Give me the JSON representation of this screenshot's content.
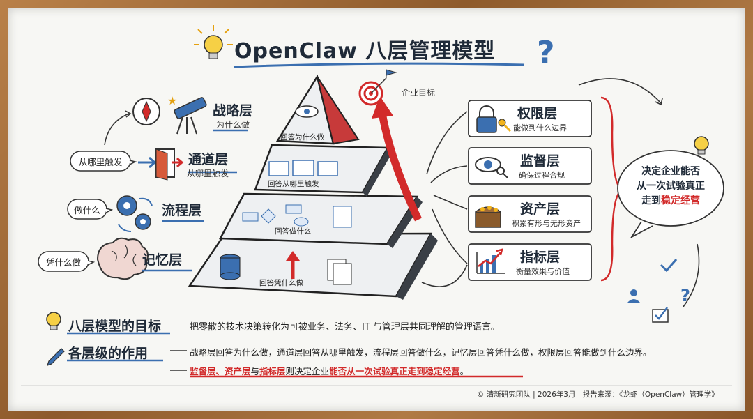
{
  "title": "OpenClaw 八层管理模型",
  "layers_left": [
    {
      "name": "战略层",
      "question": "为什么做"
    },
    {
      "name": "通道层",
      "question": "从哪里触发"
    },
    {
      "name": "流程层",
      "bubble": "做什么"
    },
    {
      "name": "记忆层",
      "bubble": "凭什么做"
    }
  ],
  "bubbles": {
    "trigger": "从哪里触发",
    "what": "做什么",
    "basis": "凭什么做"
  },
  "pyramid": {
    "tiers": [
      "回答为什么做",
      "回答从哪里触发",
      "回答做什么",
      "回答凭什么做"
    ],
    "target_label": "企业目标"
  },
  "layers_right": [
    {
      "name": "权限层",
      "desc": "能做到什么边界",
      "icon": "lock-icon"
    },
    {
      "name": "监督层",
      "desc": "确保过程合规",
      "icon": "eye-icon"
    },
    {
      "name": "资产层",
      "desc": "积累有形与无形资产",
      "icon": "treasure-chest-icon"
    },
    {
      "name": "指标层",
      "desc": "衡量效果与价值",
      "icon": "chart-icon"
    }
  ],
  "goal_bubble": {
    "line1": "决定企业能否",
    "line2": "从一次试验真正",
    "line3_prefix": "走到",
    "line3_highlight": "稳定经营"
  },
  "model_goal": {
    "heading": "八层模型的目标",
    "text": "把零散的技术决策转化为可被业务、法务、IT 与管理层共同理解的管理语言。"
  },
  "layer_roles": {
    "heading": "各层级的作用",
    "line1": "战略层回答为什么做，通道层回答从哪里触发，流程层回答做什么，记忆层回答凭什么做，权限层回答能做到什么边界。",
    "line2_part1": "监督层、资产层",
    "line2_part2": "与",
    "line2_part3": "指标层",
    "line2_part4": "则决定企业",
    "line2_part5": "能否从一次试验真正走到稳定经营",
    "line2_part6": "。"
  },
  "footer": "© 清新研究团队 | 2026年3月 | 报告来源：《龙虾（OpenClaw）管理学》",
  "colors": {
    "accent_red": "#d22a2a",
    "blue": "#3b6fb0",
    "ink": "#1f2a38",
    "gold": "#f2b41c"
  }
}
